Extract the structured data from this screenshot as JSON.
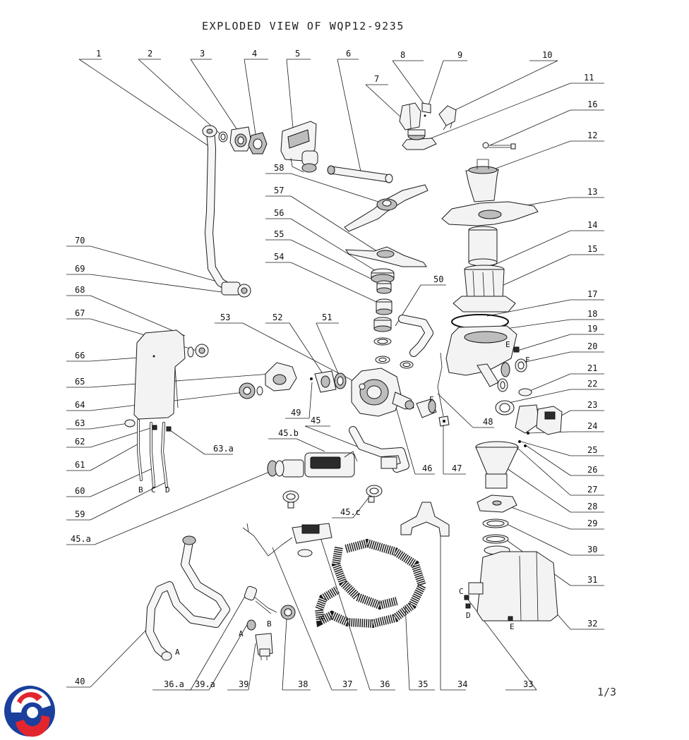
{
  "title": "EXPLODED VIEW OF WQP12-9235",
  "page": "1/3",
  "part_labels": [
    "1",
    "2",
    "3",
    "4",
    "5",
    "6",
    "7",
    "8",
    "9",
    "10",
    "11",
    "16",
    "12",
    "13",
    "14",
    "15",
    "17",
    "18",
    "19",
    "20",
    "21",
    "22",
    "23",
    "24",
    "25",
    "26",
    "27",
    "28",
    "29",
    "30",
    "31",
    "32",
    "33",
    "34",
    "35",
    "36",
    "36.a",
    "37",
    "38",
    "39",
    "39.a",
    "40",
    "45.a",
    "45.b",
    "45",
    "45.c",
    "46",
    "47",
    "48",
    "49",
    "50",
    "51",
    "52",
    "53",
    "54",
    "55",
    "56",
    "57",
    "58",
    "59",
    "60",
    "61",
    "62",
    "63",
    "63.a",
    "64",
    "65",
    "66",
    "67",
    "68",
    "69",
    "70"
  ],
  "connector_letters": [
    "B",
    "C",
    "D",
    "E",
    "F",
    "F",
    "A",
    "B",
    "A",
    "C",
    "D",
    "E"
  ],
  "logo": {
    "name": "brand-logo",
    "colors": [
      "#1a3f9c",
      "#e3262d"
    ]
  }
}
